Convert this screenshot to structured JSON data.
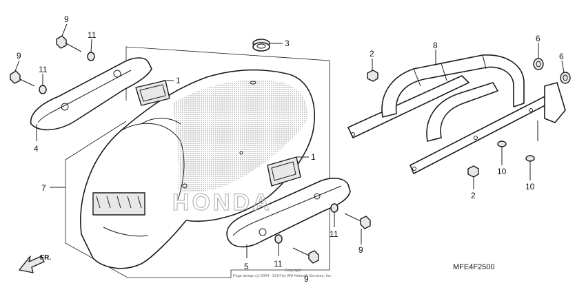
{
  "diagram": {
    "code": "MFE4F2500",
    "copyright_line1": "Copyright",
    "copyright_line2": "Page design (c) 2004 - 2014 by ARI Network Services, Inc.",
    "front_arrow_label": "FR.",
    "watermark": "HONDA",
    "callouts": {
      "c9a": "9",
      "c11a": "11",
      "c9b": "9",
      "c11b": "11",
      "c4": "4",
      "c7": "7",
      "c3": "3",
      "c1a": "1",
      "c1b": "1",
      "c5": "5",
      "c11c": "11",
      "c9c": "9",
      "c11d": "11",
      "c9d": "9",
      "c2a": "2",
      "c8": "8",
      "c6a": "6",
      "c6b": "6",
      "c10a": "10",
      "c10b": "10",
      "c2b": "2"
    }
  }
}
